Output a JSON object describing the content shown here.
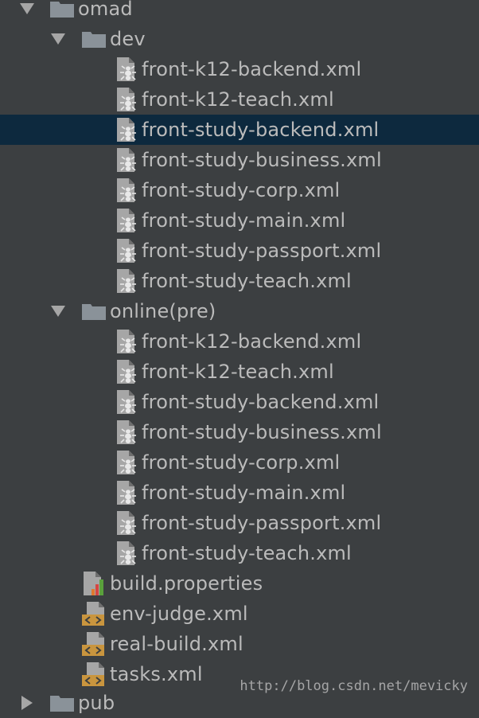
{
  "tree": {
    "root": {
      "label": "omad",
      "icon": "folder-icon",
      "expanded": true
    },
    "dev": {
      "label": "dev",
      "icon": "folder-icon",
      "expanded": true,
      "files": [
        {
          "label": "front-k12-backend.xml",
          "icon": "ant-build-file-icon"
        },
        {
          "label": "front-k12-teach.xml",
          "icon": "ant-build-file-icon"
        },
        {
          "label": "front-study-backend.xml",
          "icon": "ant-build-file-icon",
          "selected": true
        },
        {
          "label": "front-study-business.xml",
          "icon": "ant-build-file-icon"
        },
        {
          "label": "front-study-corp.xml",
          "icon": "ant-build-file-icon"
        },
        {
          "label": "front-study-main.xml",
          "icon": "ant-build-file-icon"
        },
        {
          "label": "front-study-passport.xml",
          "icon": "ant-build-file-icon"
        },
        {
          "label": "front-study-teach.xml",
          "icon": "ant-build-file-icon"
        }
      ]
    },
    "online": {
      "label": "online(pre)",
      "icon": "folder-icon",
      "expanded": true,
      "files": [
        {
          "label": "front-k12-backend.xml",
          "icon": "ant-build-file-icon"
        },
        {
          "label": "front-k12-teach.xml",
          "icon": "ant-build-file-icon"
        },
        {
          "label": "front-study-backend.xml",
          "icon": "ant-build-file-icon"
        },
        {
          "label": "front-study-business.xml",
          "icon": "ant-build-file-icon"
        },
        {
          "label": "front-study-corp.xml",
          "icon": "ant-build-file-icon"
        },
        {
          "label": "front-study-main.xml",
          "icon": "ant-build-file-icon"
        },
        {
          "label": "front-study-passport.xml",
          "icon": "ant-build-file-icon"
        },
        {
          "label": "front-study-teach.xml",
          "icon": "ant-build-file-icon"
        }
      ]
    },
    "root_files": [
      {
        "label": "build.properties",
        "icon": "properties-file-icon"
      },
      {
        "label": "env-judge.xml",
        "icon": "xml-file-icon"
      },
      {
        "label": "real-build.xml",
        "icon": "xml-file-icon"
      },
      {
        "label": "tasks.xml",
        "icon": "xml-file-icon"
      }
    ],
    "next_folder": {
      "label": "pub",
      "icon": "folder-icon",
      "expanded": false
    }
  },
  "colors": {
    "background": "#3c3f41",
    "selection": "#0d293e",
    "text": "#bbbbbb",
    "folder": "#8a9299",
    "xml_badge": "#c9953e"
  },
  "watermark": "http://blog.csdn.net/mevicky"
}
